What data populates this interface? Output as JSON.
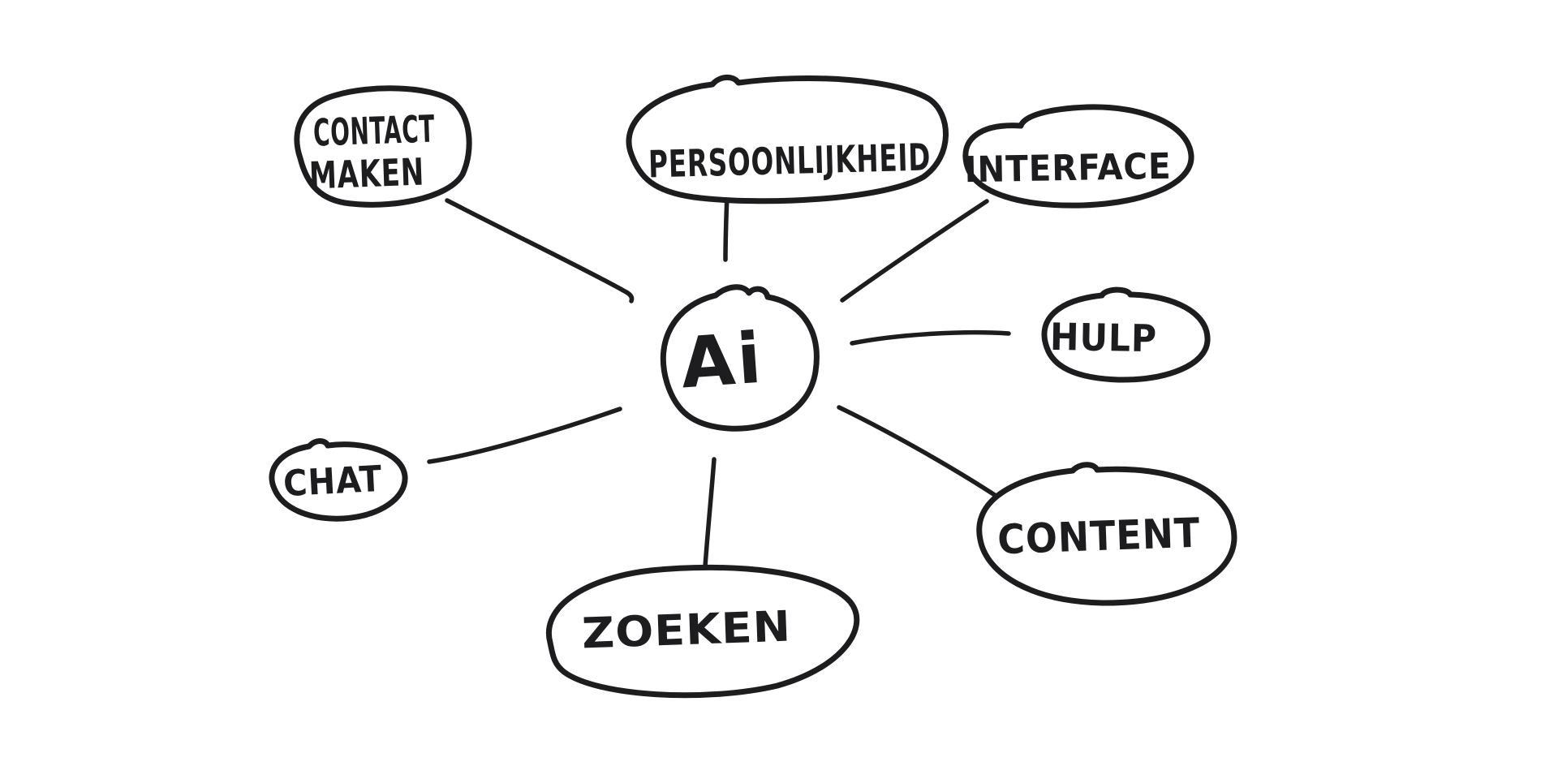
{
  "canvas": {
    "background": "#ffffff",
    "ink": "#1d1d1f"
  },
  "diagram": {
    "type": "mind-map",
    "center": {
      "id": "ai",
      "label": "Ai"
    },
    "nodes": [
      {
        "id": "contact-maken",
        "lines": [
          "CONTACT",
          "MAKEN"
        ]
      },
      {
        "id": "persoonlijkheid",
        "label": "PERSOONLIJKHEID"
      },
      {
        "id": "interface",
        "label": "INTERFACE"
      },
      {
        "id": "hulp",
        "label": "HULP"
      },
      {
        "id": "content",
        "label": "CONTENT"
      },
      {
        "id": "zoeken",
        "label": "ZOEKEN"
      },
      {
        "id": "chat",
        "label": "CHAT"
      }
    ],
    "connections": [
      {
        "from": "ai",
        "to": "contact-maken"
      },
      {
        "from": "ai",
        "to": "persoonlijkheid"
      },
      {
        "from": "ai",
        "to": "interface"
      },
      {
        "from": "ai",
        "to": "hulp"
      },
      {
        "from": "ai",
        "to": "content"
      },
      {
        "from": "ai",
        "to": "zoeken"
      },
      {
        "from": "ai",
        "to": "chat"
      }
    ]
  }
}
